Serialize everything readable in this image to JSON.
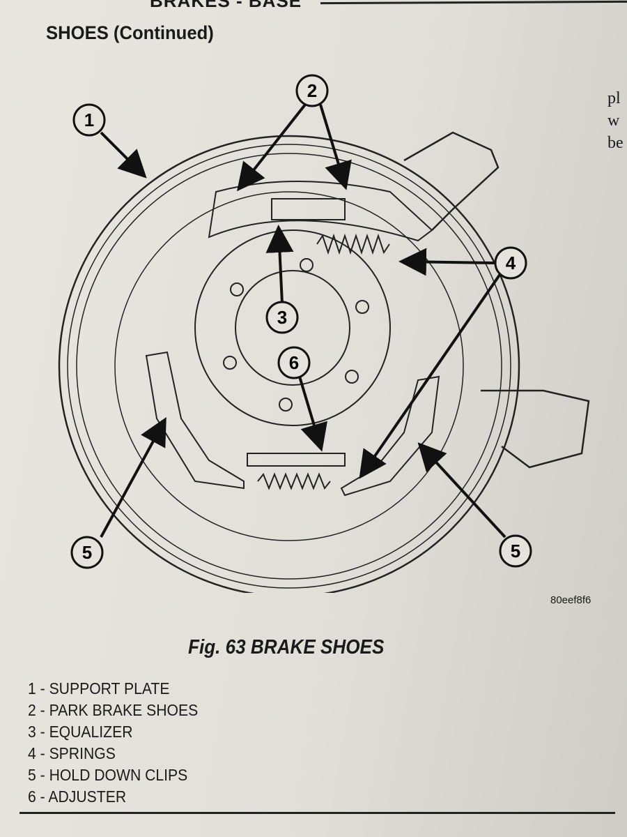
{
  "header": {
    "section": "BRAKES - BASE"
  },
  "page_title": "SHOES (Continued)",
  "side_text": [
    "pl",
    "w",
    "be"
  ],
  "figure": {
    "callouts": [
      "1",
      "2",
      "3",
      "4",
      "5",
      "6"
    ],
    "figure_id": "80eef8f6",
    "caption": "Fig. 63 BRAKE SHOES",
    "legend": [
      "1 - SUPPORT PLATE",
      "2 - PARK BRAKE SHOES",
      "3 - EQUALIZER",
      "4 - SPRINGS",
      "5 - HOLD DOWN CLIPS",
      "6 - ADJUSTER"
    ]
  }
}
